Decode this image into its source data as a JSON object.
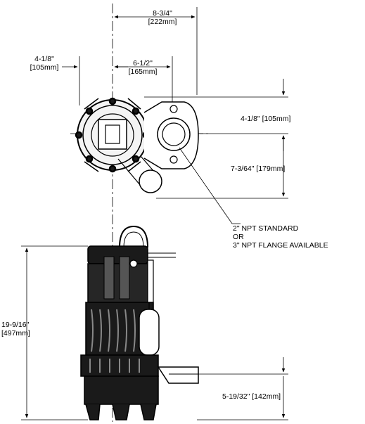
{
  "dimensions": {
    "top_width": {
      "imperial": "8-3/4\"",
      "metric": "[222mm]"
    },
    "left_offset": {
      "imperial": "4-1/8\"",
      "metric": "[105mm]"
    },
    "center_to_discharge": {
      "imperial": "6-1/2\"",
      "metric": "[165mm]"
    },
    "discharge_offset": {
      "text": "4-1/8\" [105mm]"
    },
    "discharge_to_back": {
      "text": "7-3/64\" [179mm]"
    },
    "overall_height": {
      "imperial": "19-9/16\"",
      "metric": "[497mm]"
    },
    "discharge_height": {
      "text": "5-19/32\" [142mm]"
    }
  },
  "callout": {
    "line1": "2\" NPT STANDARD",
    "line2": "OR",
    "line3": "3\" NPT FLANGE AVAILABLE"
  },
  "colors": {
    "line": "#000000",
    "body": "#1a1a1a",
    "background": "#ffffff"
  }
}
